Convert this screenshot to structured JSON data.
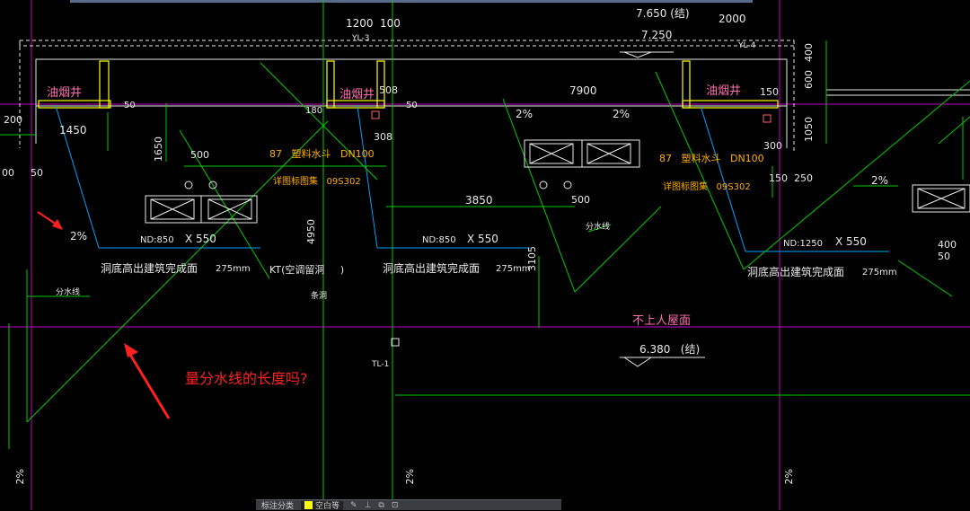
{
  "labels": {
    "dim_1200": "1200",
    "dim_100": "100",
    "elev_top": "7.650",
    "elev_top_note": "(结)",
    "dim_2000": "2000",
    "elev_7250": "7.250",
    "yl3": "YL-3",
    "yl4": "YL-4",
    "dim_400": "400",
    "dim_600": "600",
    "dim_1050": "1050",
    "shaft1": "油烟井",
    "shaft2": "油烟井",
    "shaft3": "油烟井",
    "dim_50_a": "50",
    "dim_508": "508",
    "dim_50_b": "50",
    "dim_180": "180",
    "dim_7900": "7900",
    "dim_150_r": "150",
    "dim_200": "200",
    "dim_1450": "1450",
    "slope_1": "2%",
    "slope_2": "2%",
    "dim_308": "308",
    "dim_300": "300",
    "dim_1650": "1650",
    "dim_500_a": "500",
    "note_87a": "87   塑料水斗   DN100",
    "note_87b": "87   塑料水斗   DN100",
    "detail_a": "详图标图集   09S302",
    "detail_b": "详图标图集   09S302",
    "dim_150_b": "150",
    "dim_250": "250",
    "slope_3": "2%",
    "dim_00": "00",
    "dim_50_c": "50",
    "dim_3850": "3850",
    "dim_500_b": "500",
    "fen_shui_1": "分水线",
    "slope_left": "2%",
    "nd850_a": "ND:850",
    "x550_a": "X 550",
    "nd850_b": "ND:850",
    "x550_b": "X 550",
    "nd1250": "ND:1250",
    "x550_c": "X 550",
    "dim_400_500": "400 50",
    "dim_4950": "4950",
    "dim_3105": "3105",
    "hole_a": "洞底高出建筑完成面",
    "hole_b": "洞底高出建筑完成面",
    "hole_c": "洞底高出建筑完成面",
    "mm_a": "275mm",
    "mm_b": "275mm",
    "mm_c": "275mm",
    "kt": "KT(空调留洞     )",
    "tiao": "条洞",
    "fen_shui_2": "分水线",
    "roof": "不上人屋面",
    "elev_6380": "6.380   (结)",
    "tl1": "TL-1",
    "question": "量分水线的长度吗?",
    "bottom_2pct_a": "2%",
    "bottom_2pct_b": "2%",
    "bottom_2pct_c": "2%"
  },
  "statusbar": {
    "left_text": "标注分类",
    "layer_name": "空白等",
    "tools": [
      "✎",
      "⊥",
      "⧉",
      "⊡"
    ]
  }
}
